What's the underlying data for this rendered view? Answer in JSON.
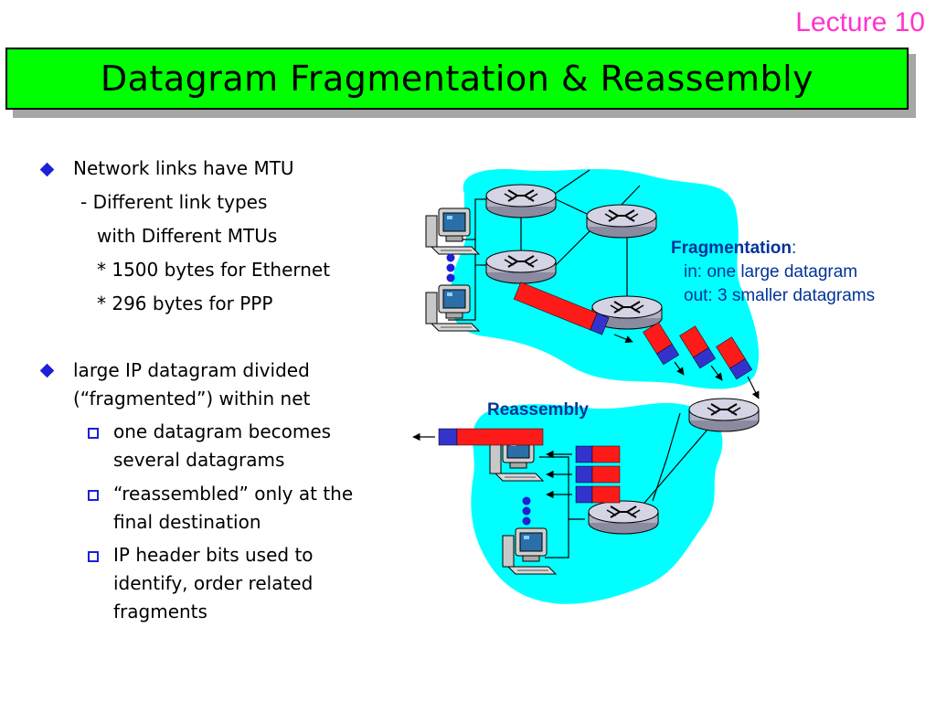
{
  "header": {
    "lecture": "Lecture 10",
    "title": "Datagram Fragmentation & Reassembly"
  },
  "bullets": {
    "b1": "Network links have MTU",
    "b1_l2": "- Different link types",
    "b1_l3": "with Different MTUs",
    "b1_l4": "* 1500 bytes for Ethernet",
    "b1_l5": "* 296 bytes for PPP",
    "b2_l1": "large IP datagram divided",
    "b2_l2": "(“fragmented”) within net",
    "s1_l1": "one datagram becomes",
    "s1_l2": "several datagrams",
    "s2_l1": "“reassembled” only at the",
    "s2_l2": "final destination",
    "s3_l1": "IP header bits used to",
    "s3_l2": "identify, order related",
    "s3_l3": "fragments"
  },
  "diagram": {
    "frag_title": "Fragmentation",
    "frag_colon": ":",
    "frag_in": "in: one large datagram",
    "frag_out": "out: 3 smaller datagrams",
    "reassembly": "Reassembly"
  },
  "colors": {
    "title_bg": "#00ff00",
    "lecture": "#ff33cc",
    "cloud": "#00ffff",
    "bullet": "#1f1fd6",
    "label": "#003399",
    "packet_red": "#ff1a1a",
    "packet_blue": "#3333cc"
  }
}
